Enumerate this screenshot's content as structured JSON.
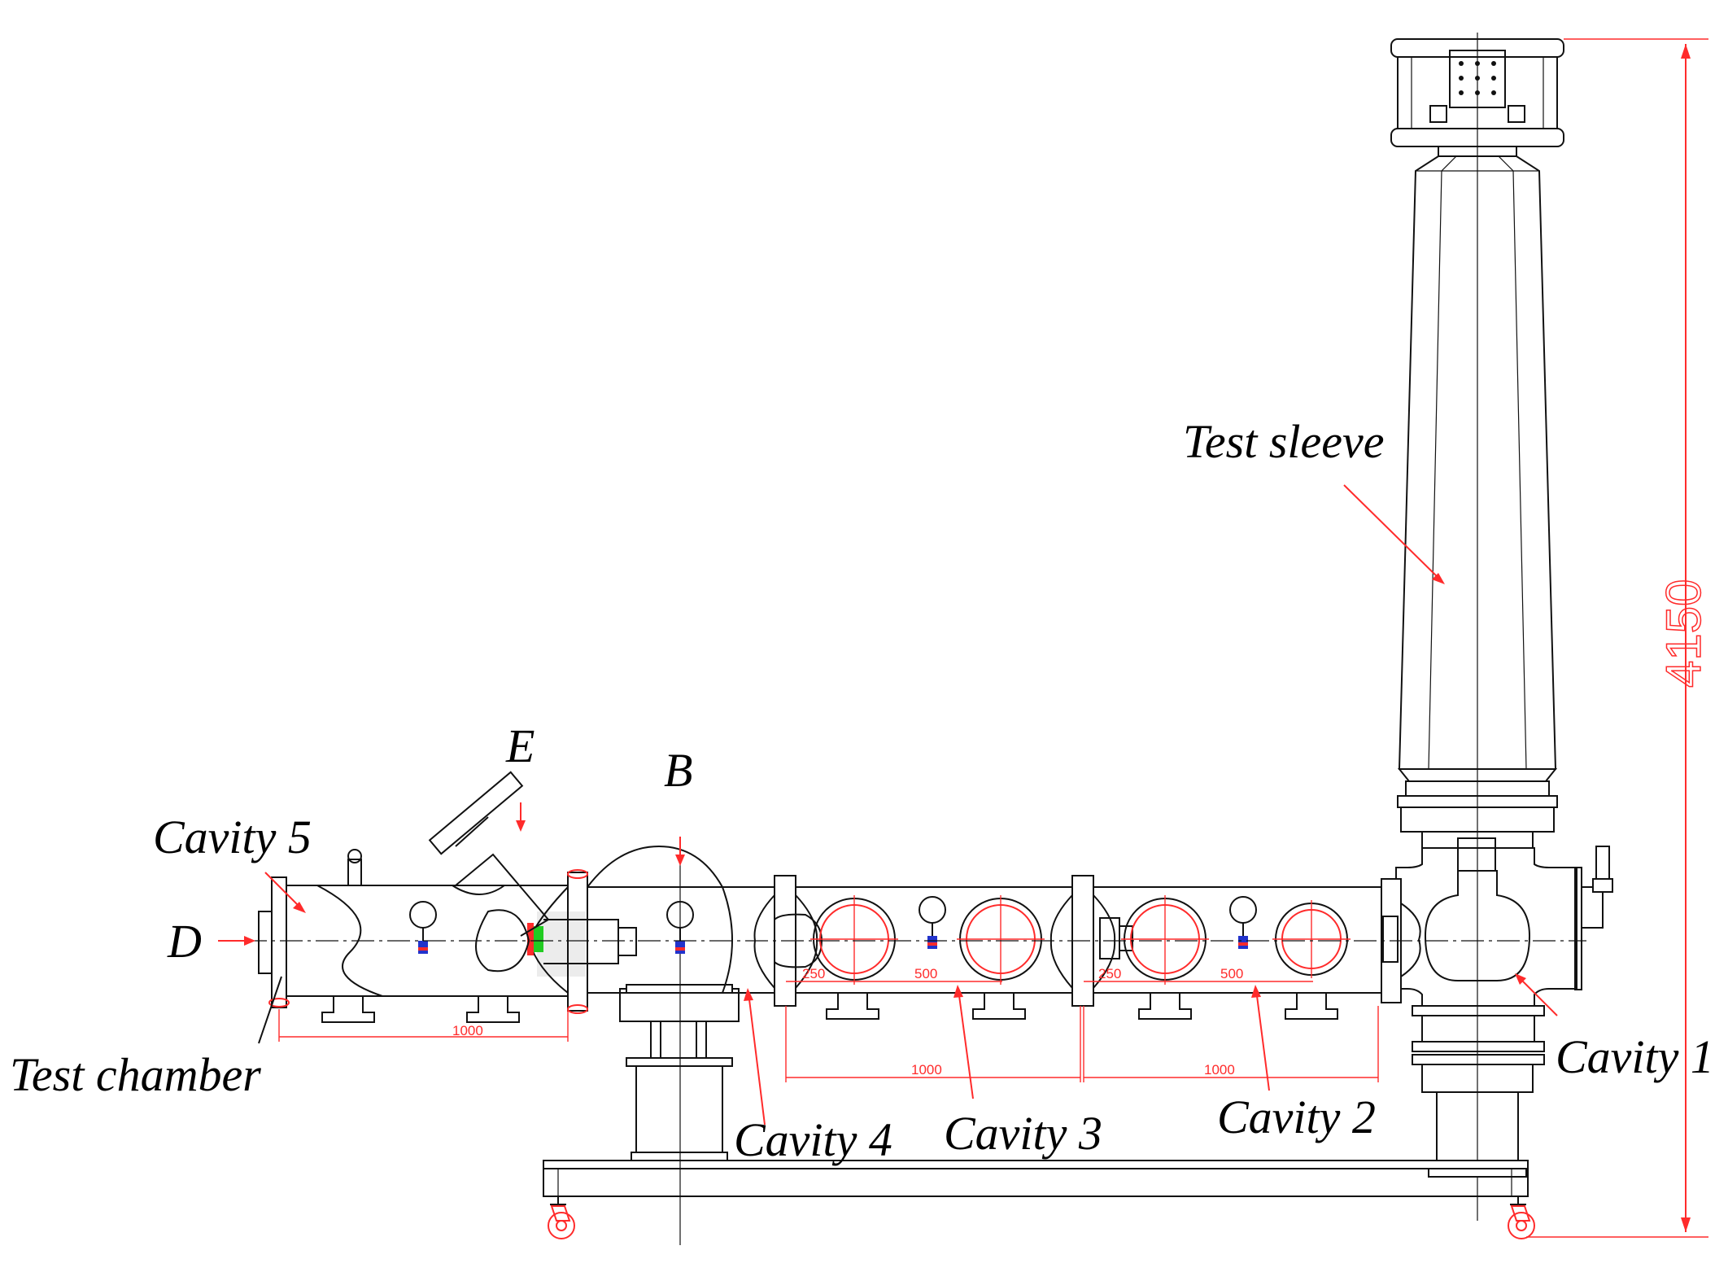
{
  "labels": {
    "test_sleeve": "Test sleeve",
    "cavity_1": "Cavity 1",
    "cavity_2": "Cavity 2",
    "cavity_3": "Cavity 3",
    "cavity_4": "Cavity 4",
    "cavity_5": "Cavity 5",
    "test_chamber": "Test chamber",
    "e": "E",
    "b": "B",
    "d": "D"
  },
  "dimensions": {
    "total_height": "4150",
    "test_chamber_length": "1000",
    "cavity_3_length": "1000",
    "cavity_2_length": "1000",
    "cavity_3_offset": "250",
    "cavity_3_spacing": "500",
    "cavity_2_offset": "250",
    "cavity_2_spacing": "500"
  },
  "colors": {
    "line": "#111111",
    "dimension": "#ff2b2b",
    "valve_green": "#22cc22",
    "sensor_blue": "#2233cc"
  }
}
